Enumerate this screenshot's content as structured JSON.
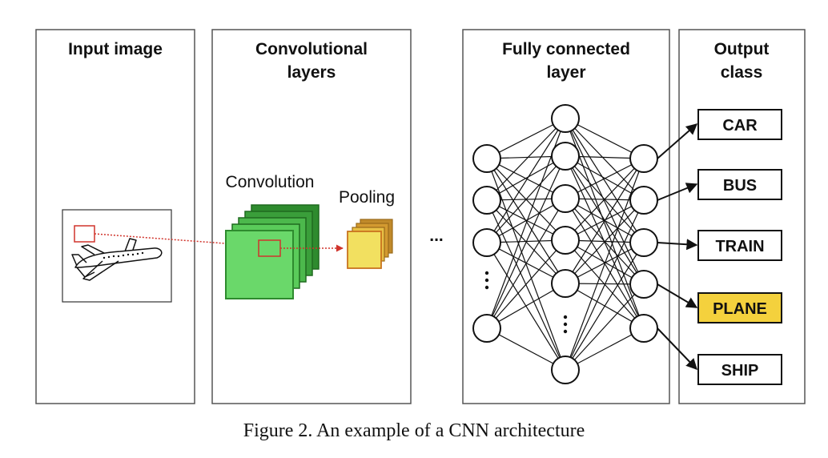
{
  "panels": {
    "input": {
      "title": "Input image"
    },
    "conv": {
      "title_line1": "Convolutional",
      "title_line2": "layers",
      "convolution_label": "Convolution",
      "pooling_label": "Pooling"
    },
    "ellipsis": "...",
    "fc": {
      "title_line1": "Fully connected",
      "title_line2": "layer"
    },
    "output": {
      "title_line1": "Output",
      "title_line2": "class"
    }
  },
  "output_classes": [
    {
      "label": "CAR",
      "highlighted": false
    },
    {
      "label": "BUS",
      "highlighted": false
    },
    {
      "label": "TRAIN",
      "highlighted": false
    },
    {
      "label": "PLANE",
      "highlighted": true
    },
    {
      "label": "SHIP",
      "highlighted": false
    }
  ],
  "caption": "Figure 2. An example of a CNN architecture",
  "colors": {
    "highlight": "#f4d13d",
    "conv_light": "#6ad86a",
    "conv_dark": "#2e8b2e",
    "pool_light": "#f2e060",
    "pool_dark": "#c08a2a",
    "arrow_red": "#d0342c"
  }
}
